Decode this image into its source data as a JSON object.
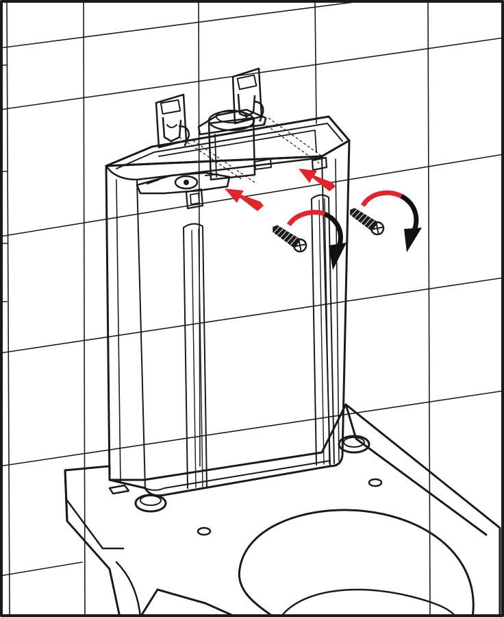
{
  "figure": {
    "kind": "installation-diagram",
    "steps": [
      "hook-tank-onto-wall-brackets",
      "insert-screws",
      "tighten-screws-clockwise"
    ]
  },
  "colors": {
    "line": "#1a1a1a",
    "background": "#ffffff",
    "arrow_red": "#e4232b",
    "arrow_black": "#111111",
    "tank_fill": "#ffffff"
  },
  "icons": [
    "wall-tile-grid",
    "wall-bracket",
    "cistern-tank",
    "flush-valve",
    "screw",
    "push-arrow",
    "rotate-arrow",
    "toilet-bowl"
  ]
}
